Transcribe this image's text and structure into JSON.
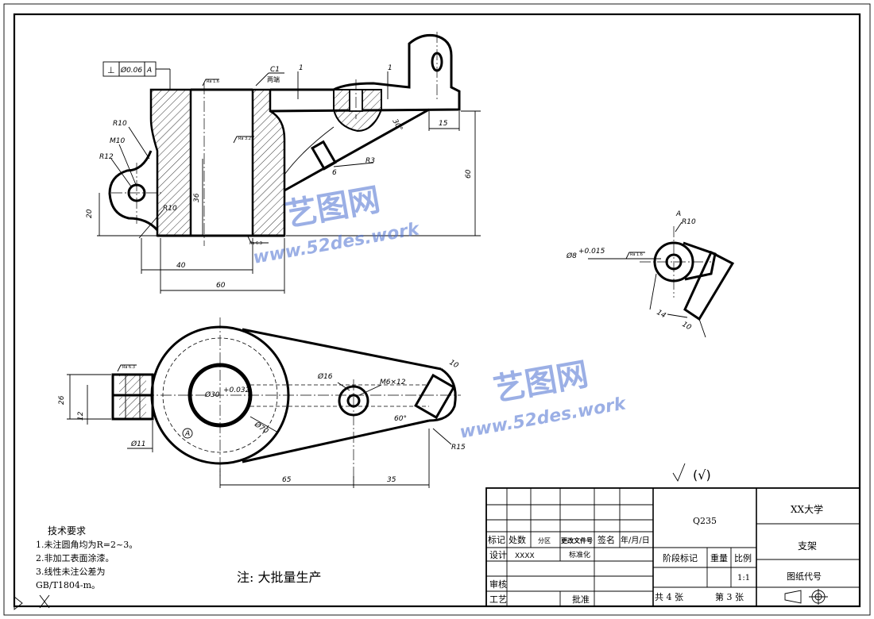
{
  "tech_requirements": {
    "title": "技术要求",
    "items": [
      "1.未注圆角均为R=2~3。",
      "2.非加工表面涂漆。",
      "3.线性未注公差为",
      "GB/T1804-m。"
    ]
  },
  "note": "注:  大批量生产",
  "roughness_note": "(√)",
  "title_block": {
    "material": "Q235",
    "school": "XX大学",
    "part_name": "支架",
    "drawing_no_label": "图纸代号",
    "row_labels": {
      "mark": "标记",
      "count": "处数",
      "zone": "分区",
      "change_doc": "更改文件号",
      "sign": "签名",
      "date": "年/月/日"
    },
    "design": "设计",
    "designer": "XXXX",
    "standardize": "标准化",
    "review": "审核",
    "process": "工艺",
    "approve": "批准",
    "stage_mark": "阶段标记",
    "weight": "重量",
    "scale_label": "比例",
    "scale": "1:1",
    "sheets": "共 4 张",
    "sheet_no": "第 3 张"
  },
  "dimensions": {
    "d1": "1",
    "d2": "1",
    "c1": "C1",
    "c1_note": "两端",
    "r10a": "R10",
    "m10": "M10",
    "r12": "R12",
    "r10b": "R10",
    "d20": "20",
    "d36": "36",
    "d40": "40",
    "d60a": "60",
    "d60v": "60",
    "d15": "15",
    "d30deg": "30°",
    "r3": "R3",
    "d6": "6",
    "ra_a": "Ra 1.6",
    "ra_b": "Ra 6.3",
    "ra_c": "Ra 3.2",
    "ra_d": "Ra 6.3",
    "tol_sym": "⊥",
    "tol_val": "Ø0.06",
    "tol_ref": "A",
    "aux_A": "A",
    "aux_r10": "R10",
    "aux_hole": "Ø8",
    "aux_hole_tol": "+0.015",
    "aux_14": "14",
    "aux_10": "10",
    "top_phi30": "Ø30",
    "top_phi30_tol": "+0.032",
    "top_phi70": "Ø70",
    "top_phi16": "Ø16",
    "top_m6": "M6×12",
    "top_60deg": "60°",
    "top_r15": "R15",
    "top_10": "10",
    "top_26": "26",
    "top_12": "12",
    "top_11": "Ø11",
    "top_65": "65",
    "top_35": "35",
    "top_A": "A"
  },
  "watermark": {
    "cn": "艺图网",
    "url": "www.52des.work"
  }
}
